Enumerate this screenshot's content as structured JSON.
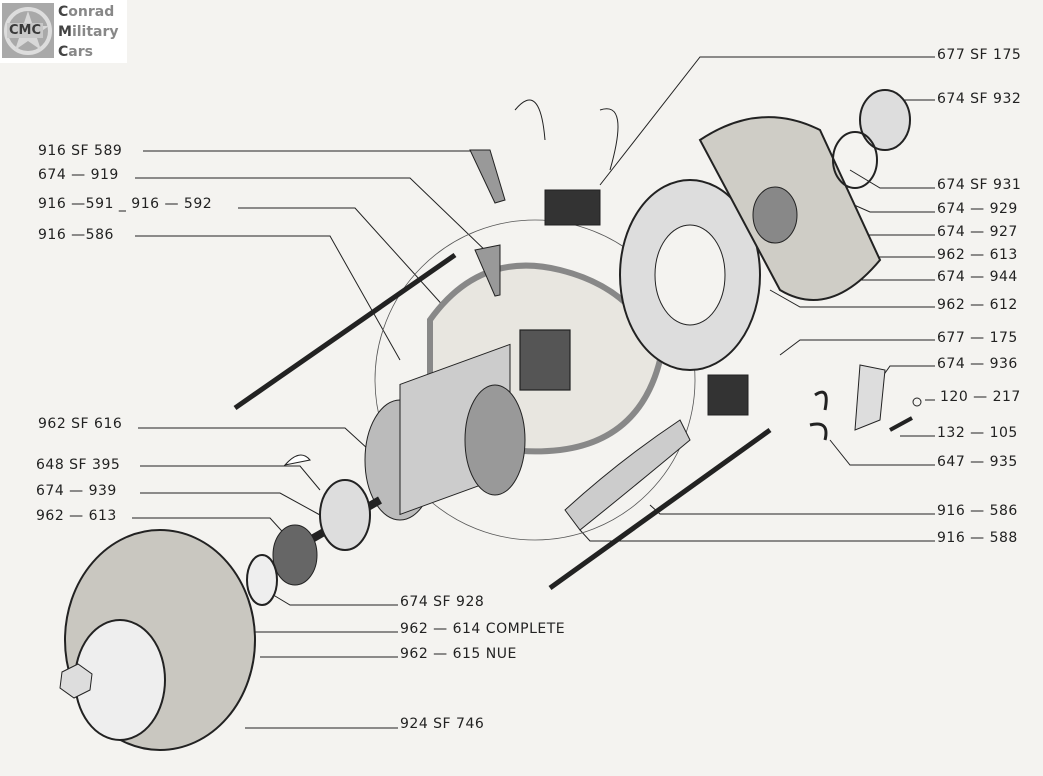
{
  "logo": {
    "badge": "CMC",
    "lines": [
      [
        "C",
        "onrad"
      ],
      [
        "M",
        "ilitary"
      ],
      [
        "C",
        "ars"
      ]
    ]
  },
  "labels_left": [
    "916 SF 589",
    "674 — 919",
    "916 —591 _ 916 — 592",
    "916 —586",
    "962 SF 616",
    "648 SF 395",
    "674 — 939",
    "962 — 613"
  ],
  "labels_bottom": [
    "674 SF 928",
    "962 — 614 COMPLETE",
    "962 — 615 NUE",
    "924 SF 746"
  ],
  "labels_right": [
    "677 SF 175",
    "674 SF 932",
    "674 SF 931",
    "674 — 929",
    "674 — 927",
    "962 — 613",
    "674 — 944",
    "962 — 612",
    "677 — 175",
    "674 — 936",
    "120 — 217",
    "132 — 105",
    "647 — 935",
    "916 — 586",
    "916 — 588"
  ]
}
